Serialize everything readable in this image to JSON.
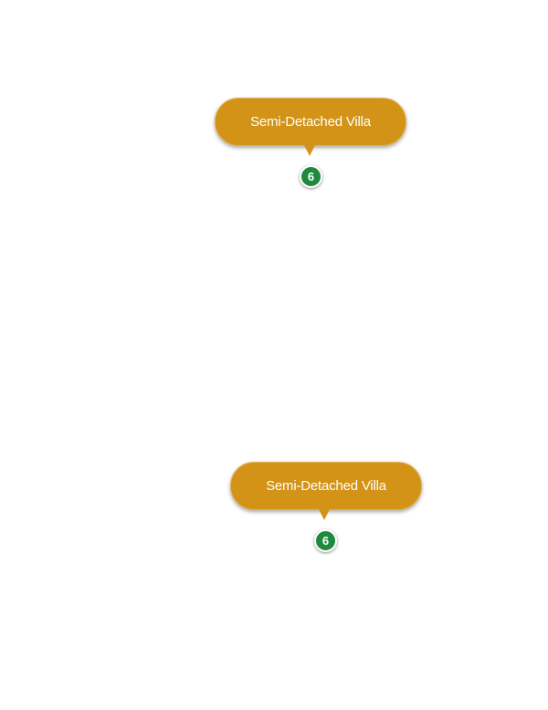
{
  "colors": {
    "callout_fill": "#d29317",
    "badge_fill": "#1f8a3c",
    "label_text": "#ffffff"
  },
  "markers": [
    {
      "label": "Semi-Detached Villa",
      "count": "6"
    },
    {
      "label": "Semi-Detached Villa",
      "count": "6"
    }
  ]
}
